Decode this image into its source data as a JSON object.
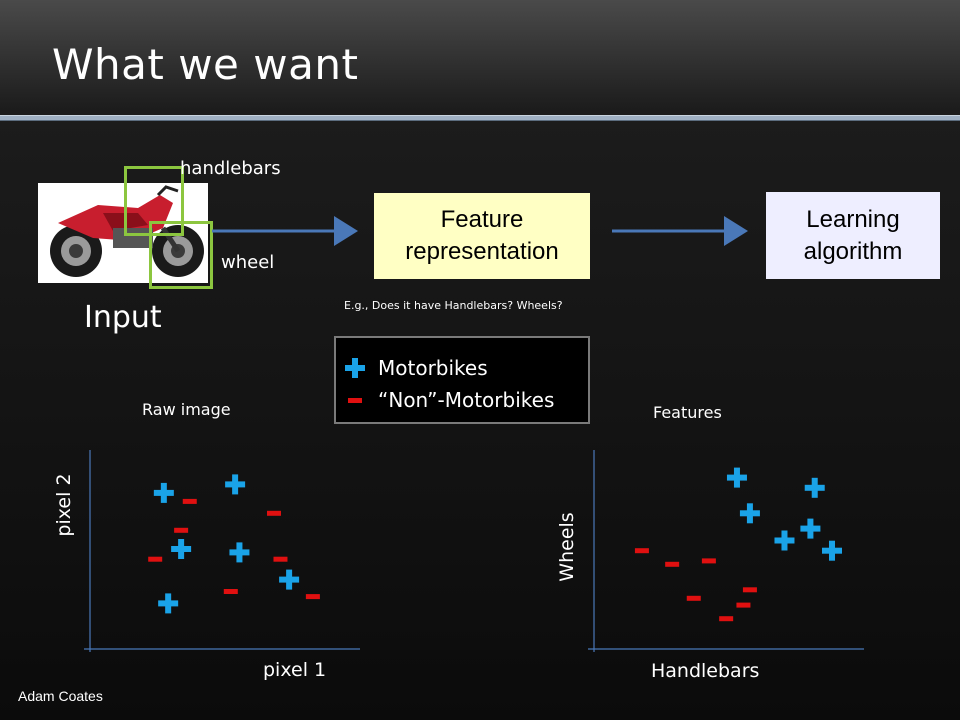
{
  "title": "What we want",
  "input": {
    "label": "Input",
    "handlebars_label": "handlebars",
    "wheel_label": "wheel"
  },
  "flow": {
    "feature_box": "Feature representation",
    "feature_line1": "Feature",
    "feature_line2": "representation",
    "learning_line1": "Learning",
    "learning_line2": "algorithm",
    "example_text": "E.g., Does it have Handlebars?  Wheels?"
  },
  "legend": {
    "positive": "Motorbikes",
    "negative": "“Non”-Motorbikes"
  },
  "colors": {
    "positive": "#1aa3e8",
    "negative": "#e01010",
    "arrow": "#4a78b8",
    "feature_box": "#ffffc4",
    "learning_box": "#eeeeff",
    "green_box": "#8cc63f"
  },
  "footer": "Adam Coates",
  "chart_data": [
    {
      "type": "scatter",
      "title": "Raw image",
      "xlabel": "pixel 1",
      "ylabel": "pixel 2",
      "xlim": [
        0,
        10
      ],
      "ylim": [
        0,
        10
      ],
      "grid": false,
      "series": [
        {
          "name": "Motorbikes",
          "marker": "plus",
          "points": [
            [
              2.4,
              8.3
            ],
            [
              5.7,
              8.8
            ],
            [
              3.2,
              5.0
            ],
            [
              5.9,
              4.8
            ],
            [
              8.2,
              3.2
            ],
            [
              2.6,
              1.8
            ]
          ]
        },
        {
          "name": "“Non”-Motorbikes",
          "marker": "minus",
          "points": [
            [
              3.6,
              7.8
            ],
            [
              7.5,
              7.1
            ],
            [
              3.2,
              6.1
            ],
            [
              2.0,
              4.4
            ],
            [
              7.8,
              4.4
            ],
            [
              5.5,
              2.5
            ],
            [
              9.3,
              2.2
            ]
          ]
        }
      ]
    },
    {
      "type": "scatter",
      "title": "Features",
      "xlabel": "Handlebars",
      "ylabel": "Wheels",
      "xlim": [
        0,
        10
      ],
      "ylim": [
        0,
        10
      ],
      "grid": false,
      "series": [
        {
          "name": "Motorbikes",
          "marker": "plus",
          "points": [
            [
              5.6,
              9.2
            ],
            [
              6.2,
              7.1
            ],
            [
              9.2,
              8.6
            ],
            [
              9.0,
              6.2
            ],
            [
              7.8,
              5.5
            ],
            [
              10.0,
              4.9
            ]
          ]
        },
        {
          "name": "“Non”-Motorbikes",
          "marker": "minus",
          "points": [
            [
              1.2,
              4.9
            ],
            [
              2.6,
              4.1
            ],
            [
              4.3,
              4.3
            ],
            [
              6.2,
              2.6
            ],
            [
              3.6,
              2.1
            ],
            [
              5.9,
              1.7
            ],
            [
              5.1,
              0.9
            ]
          ]
        }
      ]
    }
  ]
}
